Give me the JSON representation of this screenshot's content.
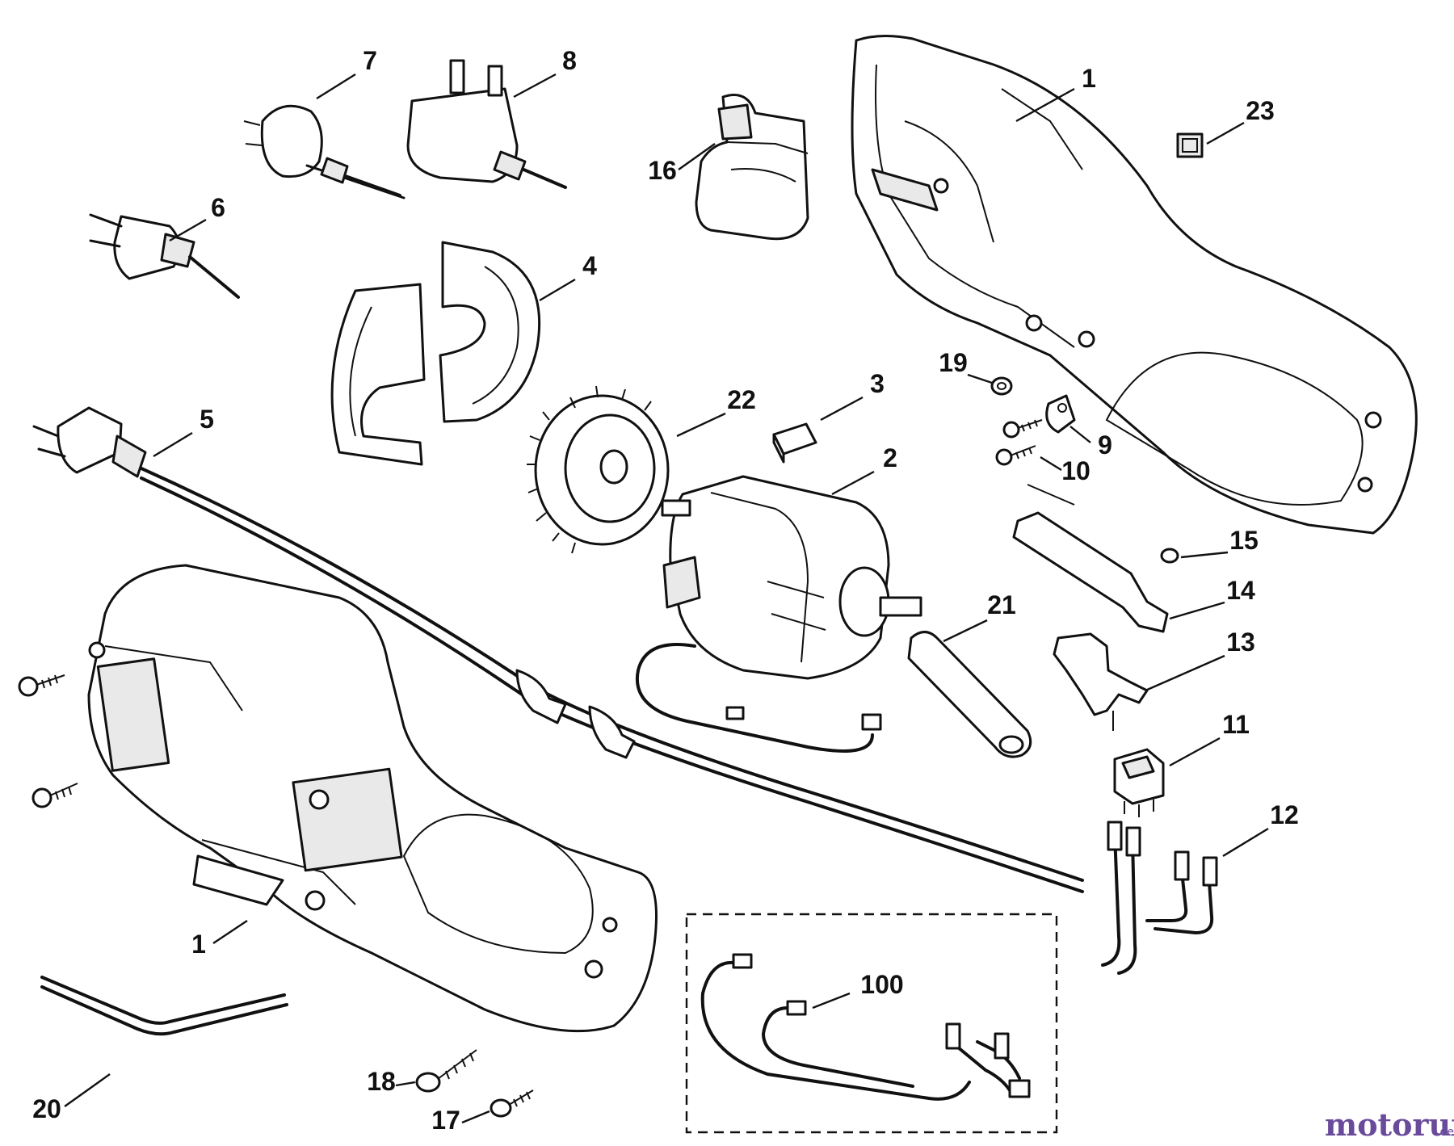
{
  "callouts": {
    "p1_top": "1",
    "p1_bottom": "1",
    "p2": "2",
    "p3": "3",
    "p4": "4",
    "p5": "5",
    "p6": "6",
    "p7": "7",
    "p8": "8",
    "p9": "9",
    "p10": "10",
    "p11": "11",
    "p12": "12",
    "p13": "13",
    "p14": "14",
    "p15": "15",
    "p16": "16",
    "p17": "17",
    "p18": "18",
    "p19": "19",
    "p20": "20",
    "p21": "21",
    "p22": "22",
    "p23": "23",
    "p100": "100"
  },
  "watermark": {
    "name": "motoruf",
    "suffix": ".de",
    "color": "#6a4a9b"
  },
  "icons": {
    "part_shapes": "exploded-view line drawing of electric hedge trimmer parts"
  }
}
